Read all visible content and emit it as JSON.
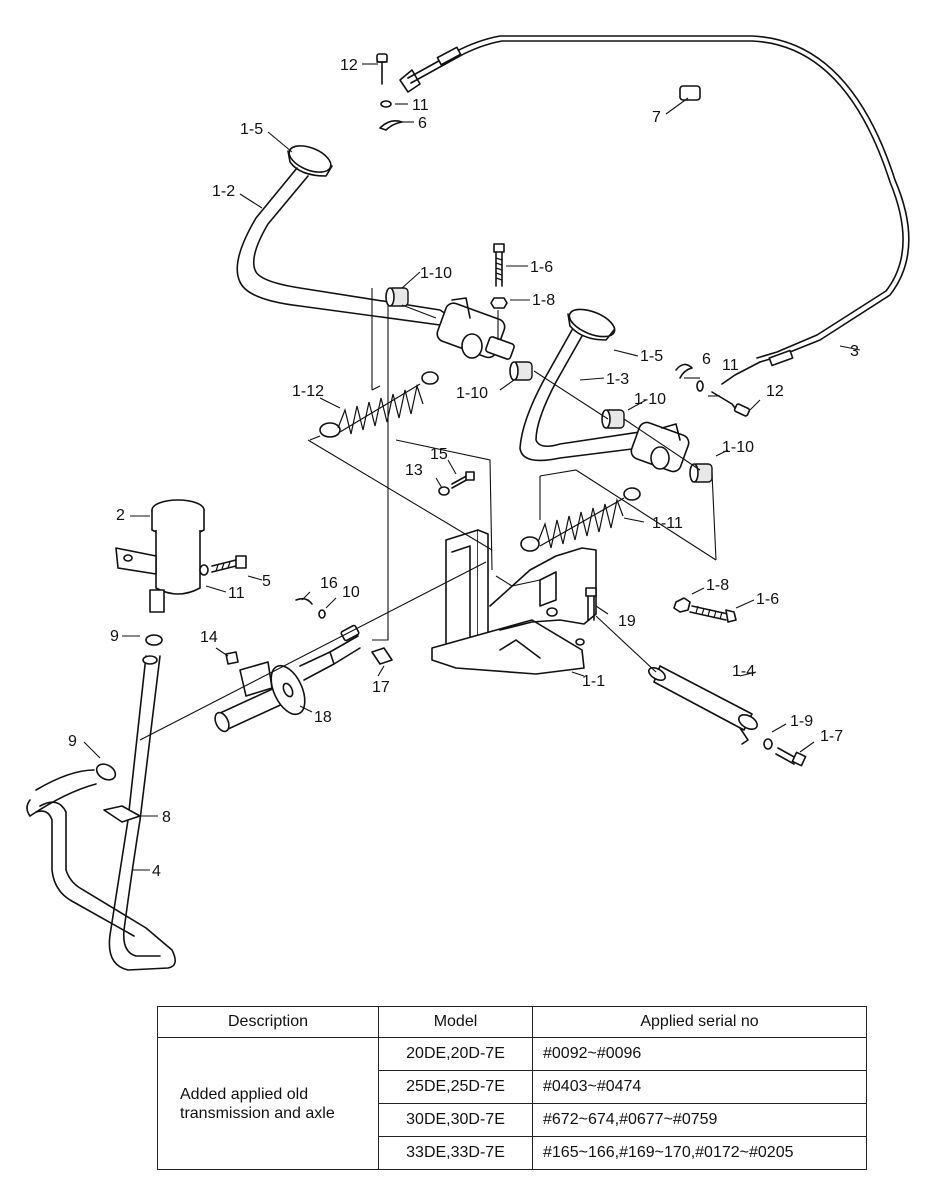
{
  "callouts": {
    "c_12_top": "12",
    "c_11_top": "11",
    "c_6_top": "6",
    "c_7": "7",
    "c_1_5_left": "1-5",
    "c_1_2": "1-2",
    "c_1_10_a": "1-10",
    "c_1_6_top": "1-6",
    "c_1_8_top": "1-8",
    "c_1_5_right": "1-5",
    "c_3": "3",
    "c_6_right": "6",
    "c_11_right": "11",
    "c_1_3": "1-3",
    "c_1_10_b": "1-10",
    "c_12_right": "12",
    "c_1_12": "1-12",
    "c_1_10_c": "1-10",
    "c_1_10_d": "1-10",
    "c_15": "15",
    "c_13": "13",
    "c_2": "2",
    "c_1_11": "1-11",
    "c_5": "5",
    "c_11_mid": "11",
    "c_16": "16",
    "c_10": "10",
    "c_1_8_right": "1-8",
    "c_1_6_right": "1-6",
    "c_19": "19",
    "c_9_upper": "9",
    "c_14": "14",
    "c_1_4": "1-4",
    "c_17": "17",
    "c_1_1": "1-1",
    "c_18": "18",
    "c_1_9": "1-9",
    "c_1_7": "1-7",
    "c_9_lower": "9",
    "c_8": "8",
    "c_4": "4"
  },
  "table": {
    "headers": {
      "description": "Description",
      "model": "Model",
      "serial": "Applied serial no"
    },
    "description_lines": [
      "Added applied old",
      "transmission and axle"
    ],
    "rows": [
      {
        "model": "20DE,20D-7E",
        "serial": "#0092~#0096"
      },
      {
        "model": "25DE,25D-7E",
        "serial": "#0403~#0474"
      },
      {
        "model": "30DE,30D-7E",
        "serial": "#672~674,#0677~#0759"
      },
      {
        "model": "33DE,33D-7E",
        "serial": "#165~166,#169~170,#0172~#0205"
      }
    ]
  }
}
